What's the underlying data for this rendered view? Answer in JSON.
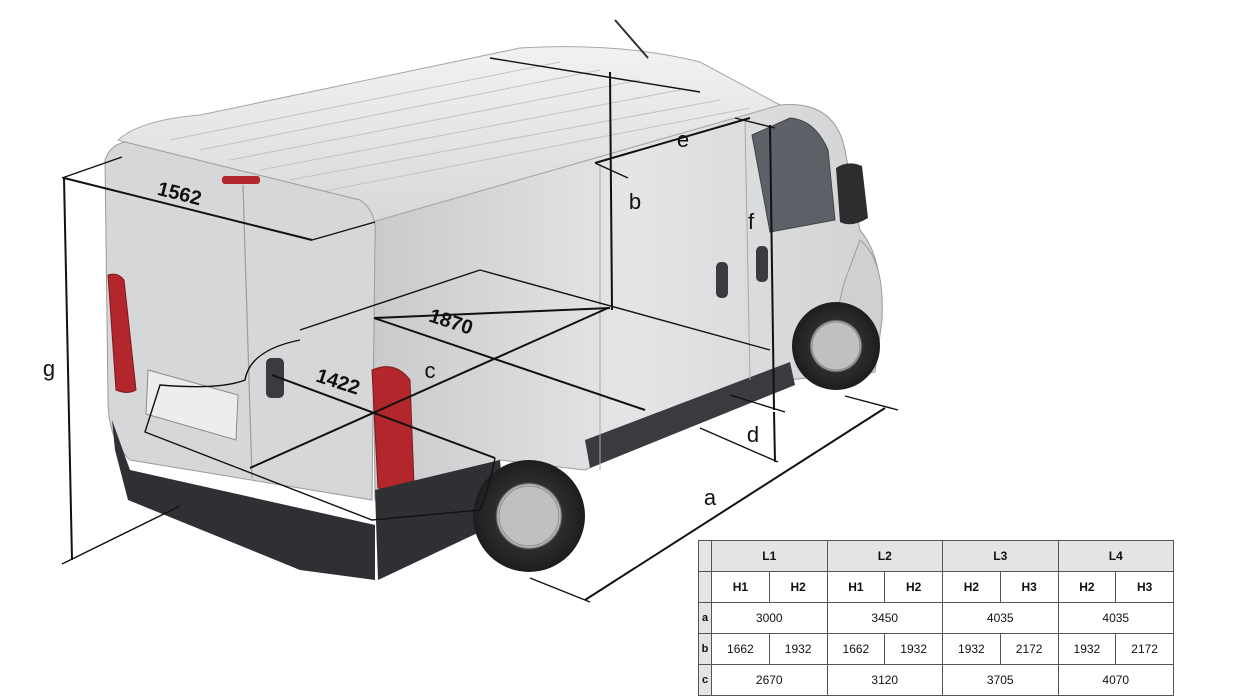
{
  "labels": {
    "a": "a",
    "b": "b",
    "c": "c",
    "d": "d",
    "e": "e",
    "f": "f",
    "g": "g",
    "dim_1562": "1562",
    "dim_1870": "1870",
    "dim_1422": "1422"
  },
  "table": {
    "groups": [
      "L1",
      "L2",
      "L3",
      "L4"
    ],
    "heights": [
      "H1",
      "H2",
      "H1",
      "H2",
      "H2",
      "H3",
      "H2",
      "H3"
    ],
    "rows": [
      {
        "label": "a",
        "values": [
          "3000",
          "3450",
          "4035",
          "4035"
        ]
      },
      {
        "label": "b",
        "values": [
          "1662",
          "1932",
          "1662",
          "1932",
          "1932",
          "2172",
          "1932",
          "2172"
        ]
      },
      {
        "label": "c",
        "values": [
          "2670",
          "3120",
          "3705",
          "4070"
        ]
      }
    ]
  },
  "colors": {
    "van_body": "#d9dadc",
    "tail_light": "#b3262b",
    "bumper": "#2f3033",
    "table_header": "#e4e4e4"
  }
}
